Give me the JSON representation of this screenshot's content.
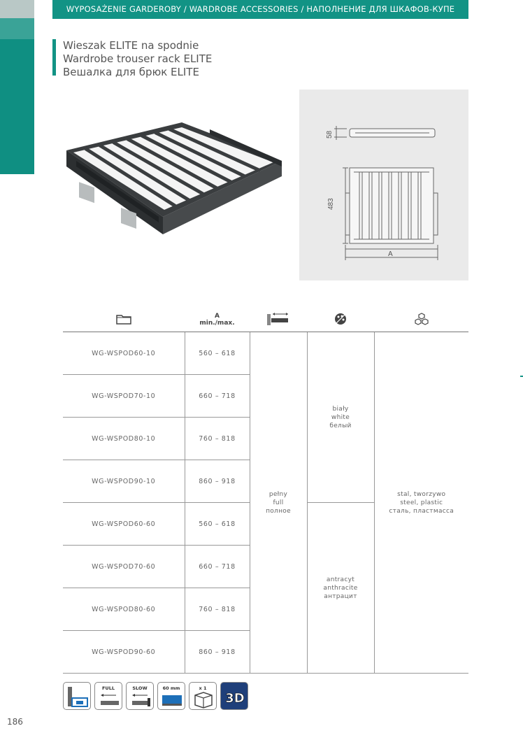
{
  "header": {
    "category": "WYPOSAŻENIE GARDEROBY / WARDROBE ACCESSORIES / НАПОЛНЕНИЕ ДЛЯ ШКАФОВ-КУПЕ"
  },
  "product": {
    "title_pl": "Wieszak ELITE na spodnie",
    "title_en": "Wardrobe trouser rack ELITE",
    "title_ru": "Вешалка для брюк ELITE"
  },
  "drawing": {
    "height_dim": "58",
    "depth_dim": "483",
    "width_dim": "A"
  },
  "table": {
    "headers": {
      "code_icon": "folder-icon",
      "dim_a": "A",
      "dim_sub": "min./max.",
      "extension_icon": "full-extension-icon",
      "color_icon": "palette-icon",
      "material_icon": "cubes-icon"
    },
    "rows": [
      {
        "code": "WG-WSPOD60-10",
        "range": "560 – 618"
      },
      {
        "code": "WG-WSPOD70-10",
        "range": "660 – 718"
      },
      {
        "code": "WG-WSPOD80-10",
        "range": "760 – 818"
      },
      {
        "code": "WG-WSPOD90-10",
        "range": "860 – 918"
      },
      {
        "code": "WG-WSPOD60-60",
        "range": "560 – 618"
      },
      {
        "code": "WG-WSPOD70-60",
        "range": "660 – 718"
      },
      {
        "code": "WG-WSPOD80-60",
        "range": "760 – 818"
      },
      {
        "code": "WG-WSPOD90-60",
        "range": "860 – 918"
      }
    ],
    "extension": {
      "pl": "pełny",
      "en": "full",
      "ru": "полное"
    },
    "color_white": {
      "pl": "biały",
      "en": "white",
      "ru": "белый"
    },
    "color_anthracite": {
      "pl": "antracyt",
      "en": "anthracite",
      "ru": "антрацит"
    },
    "material": {
      "pl": "stal, tworzywo",
      "en": "steel, plastic",
      "ru": "сталь, пластмасса"
    }
  },
  "features": {
    "full_label": "FULL",
    "slow_label": "SLOW",
    "size_label": "60 mm",
    "qty_label": "x 1",
    "three_d_label": "3D"
  },
  "footer": {
    "page_number": "186"
  },
  "colors": {
    "brand_teal": "#129385",
    "panel_grey": "#eaeaea"
  }
}
